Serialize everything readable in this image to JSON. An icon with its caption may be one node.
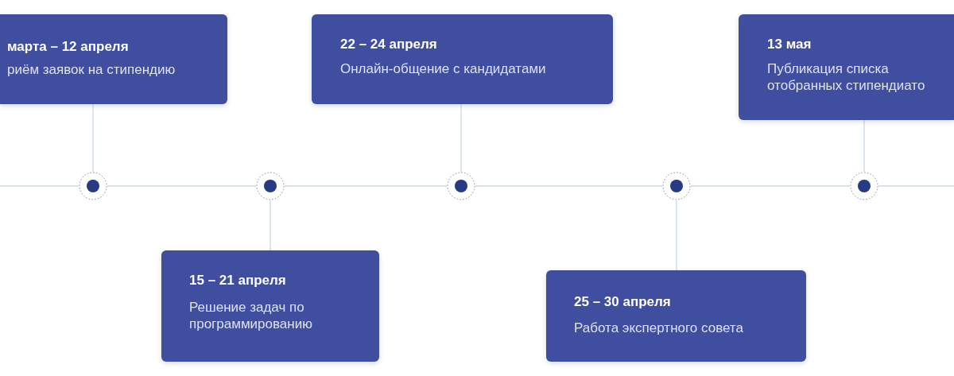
{
  "diagram": {
    "nodes": [
      {
        "text": [
          "марта – 12 апреля",
          "риём заявок на стипендию"
        ]
      },
      {
        "text": [
          "15 – 21 апреля",
          "Решение задач по программированию"
        ]
      },
      {
        "text": [
          "22 – 24 апреля",
          "Онлайн-общение с кандидатами"
        ]
      },
      {
        "text": [
          "25 – 30 апреля",
          "Работа экспертного совета"
        ]
      },
      {
        "text": [
          "13 мая",
          "Публикация списка отобранных стипендиато"
        ]
      },
      {
        "text": [],
        "shape": "circle"
      },
      {
        "text": [],
        "shape": "circle"
      },
      {
        "text": [],
        "shape": "circle"
      },
      {
        "text": [],
        "shape": "circle"
      },
      {
        "text": [],
        "shape": "circle"
      }
    ],
    "edges": [
      {
        "from": 0,
        "to": 5,
        "arrow": "none"
      },
      {
        "from": 1,
        "to": 6,
        "arrow": "none"
      },
      {
        "from": 2,
        "to": 7,
        "arrow": "none"
      },
      {
        "from": 3,
        "to": 8,
        "arrow": "none"
      },
      {
        "from": 4,
        "to": 9,
        "arrow": "none"
      },
      {
        "from": null,
        "to": 5,
        "arrow": "none"
      },
      {
        "from": 5,
        "to": 6,
        "arrow": "none"
      },
      {
        "from": 6,
        "to": 7,
        "arrow": "none"
      },
      {
        "from": 7,
        "to": 8,
        "arrow": "none"
      },
      {
        "from": 8,
        "to": 9,
        "arrow": "none"
      },
      {
        "from": 9,
        "to": null,
        "arrow": "none"
      }
    ]
  }
}
